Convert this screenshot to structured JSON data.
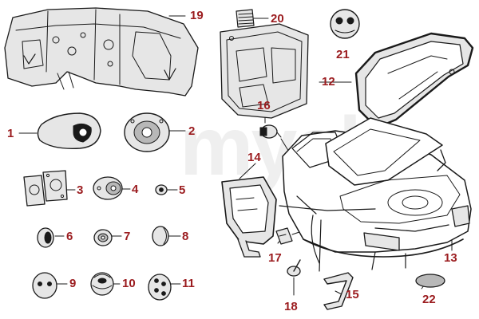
{
  "watermark": "myalfa",
  "colors": {
    "callout": "#9b1c1f",
    "ink": "#1a1a1a",
    "part_fill": "#e6e6e6",
    "part_shade": "#b8b8b8",
    "watermark": "#efefef"
  },
  "callouts": [
    "1",
    "2",
    "3",
    "4",
    "5",
    "6",
    "7",
    "8",
    "9",
    "10",
    "11",
    "12",
    "13",
    "14",
    "15",
    "16",
    "17",
    "18",
    "19",
    "20",
    "21",
    "22"
  ]
}
